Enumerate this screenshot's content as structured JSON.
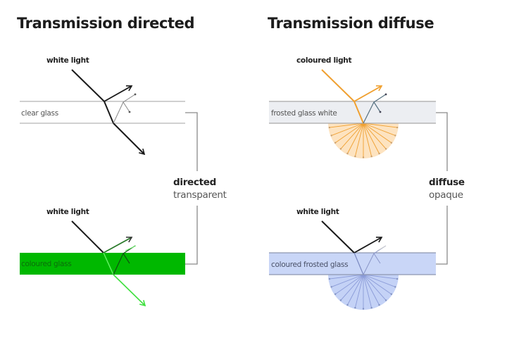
{
  "panels": {
    "directed": {
      "title": "Transmission directed",
      "top": {
        "light_label": "white light",
        "glass_label": "clear glass"
      },
      "bottom": {
        "light_label": "white light",
        "glass_label": "coloured glass"
      },
      "bracket": {
        "bold": "directed",
        "sub": "transparent"
      }
    },
    "diffuse": {
      "title": "Transmission diffuse",
      "top": {
        "light_label": "coloured light",
        "glass_label": "frosted glass white"
      },
      "bottom": {
        "light_label": "white light",
        "glass_label": "coloured frosted glass"
      },
      "bracket": {
        "bold": "diffuse",
        "sub": "opaque"
      }
    }
  },
  "colors": {
    "clear_glass_line": "#b4b4b4",
    "frosted_white_fill": "#eceef2",
    "coloured_glass_fill": "#00b800",
    "coloured_frosted_fill": "#c9d6f7",
    "orange_light": "#f0a030",
    "orange_fan": "#fde3c0",
    "blue_fan": "#c4d2f6",
    "blue_ray": "#8b9bd8",
    "green_ray": "#40e040",
    "black_ray": "#1a1a1a",
    "bracket_line": "#8a8a8a"
  }
}
